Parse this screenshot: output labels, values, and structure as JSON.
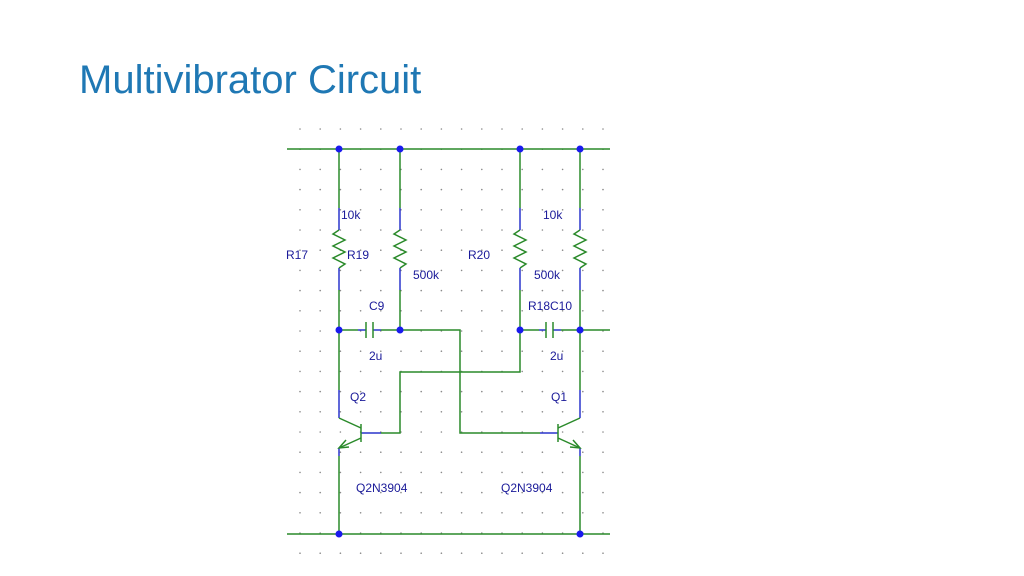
{
  "slide": {
    "title": "Multivibrator Circuit"
  },
  "schematic": {
    "components": [
      {
        "id": "r17",
        "ref": "R17",
        "value": "10k",
        "type": "resistor"
      },
      {
        "id": "r19",
        "ref": "R19",
        "value": "500k",
        "type": "resistor"
      },
      {
        "id": "r20",
        "ref": "R20",
        "value": "500k",
        "type": "resistor"
      },
      {
        "id": "r18",
        "ref": "R18",
        "value": "10k",
        "type": "resistor"
      },
      {
        "id": "c9",
        "ref": "C9",
        "value": "2u",
        "type": "capacitor"
      },
      {
        "id": "c10",
        "ref": "C10",
        "value": "2u",
        "type": "capacitor"
      },
      {
        "id": "q2",
        "ref": "Q2",
        "value": "Q2N3904",
        "type": "npn-transistor"
      },
      {
        "id": "q1",
        "ref": "Q1",
        "value": "Q2N3904",
        "type": "npn-transistor"
      }
    ],
    "colors": {
      "wire": "#2a8a2a",
      "pin": "#2a35cc",
      "node": "#1a1aee",
      "label": "#1a1a99",
      "grid": "#8a8a8a",
      "title": "#1f78b4"
    }
  }
}
